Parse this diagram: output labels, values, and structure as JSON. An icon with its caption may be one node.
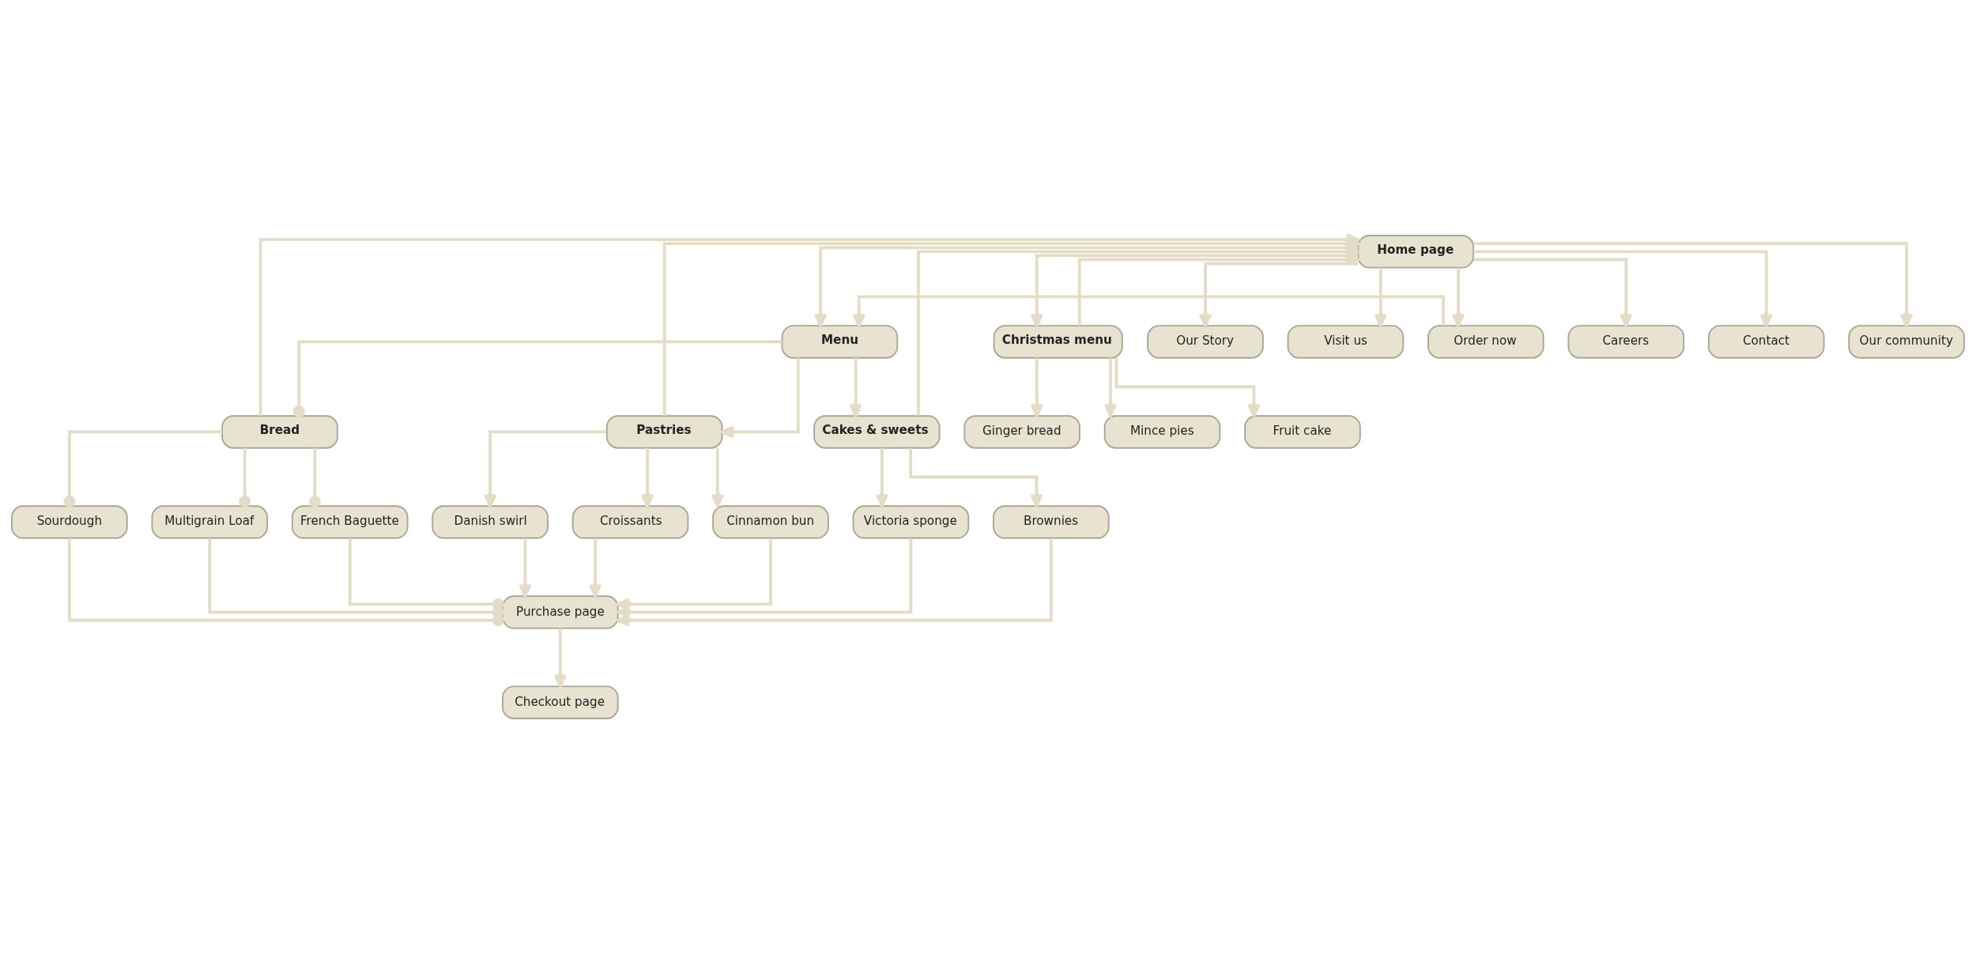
{
  "diagram": {
    "nodes": [
      {
        "text": [
          "Home page"
        ]
      },
      {
        "text": [
          "Menu"
        ]
      },
      {
        "text": [
          "Christmas menu"
        ]
      },
      {
        "text": [
          "Our Story"
        ]
      },
      {
        "text": [
          "Visit us"
        ]
      },
      {
        "text": [
          "Order now"
        ]
      },
      {
        "text": [
          "Careers"
        ]
      },
      {
        "text": [
          "Contact"
        ]
      },
      {
        "text": [
          "Our community"
        ]
      },
      {
        "text": [
          "Bread"
        ]
      },
      {
        "text": [
          "Pastries"
        ]
      },
      {
        "text": [
          "Cakes & sweets"
        ]
      },
      {
        "text": [
          "Ginger bread"
        ]
      },
      {
        "text": [
          "Mince pies"
        ]
      },
      {
        "text": [
          "Fruit cake"
        ]
      },
      {
        "text": [
          "Sourdough"
        ]
      },
      {
        "text": [
          "Multigrain Loaf"
        ]
      },
      {
        "text": [
          "French Baguette"
        ]
      },
      {
        "text": [
          "Danish swirl"
        ]
      },
      {
        "text": [
          "Croissants"
        ]
      },
      {
        "text": [
          "Cinnamon bun"
        ]
      },
      {
        "text": [
          "Victoria sponge"
        ]
      },
      {
        "text": [
          "Brownies"
        ]
      },
      {
        "text": [
          "Purchase page"
        ]
      },
      {
        "text": [
          "Checkout page"
        ]
      }
    ],
    "edges": [
      {
        "from": 0,
        "to": 1,
        "arrow": "to"
      },
      {
        "from": 0,
        "to": 2,
        "arrow": "to"
      },
      {
        "from": 0,
        "to": 3,
        "arrow": "to"
      },
      {
        "from": 0,
        "to": 4,
        "arrow": "to"
      },
      {
        "from": 0,
        "to": 5,
        "arrow": "to"
      },
      {
        "from": 0,
        "to": 6,
        "arrow": "to"
      },
      {
        "from": 0,
        "to": 7,
        "arrow": "to"
      },
      {
        "from": 0,
        "to": 8,
        "arrow": "to"
      },
      {
        "from": 5,
        "to": 1,
        "arrow": "to"
      },
      {
        "from": 1,
        "to": 9,
        "arrow": "other"
      },
      {
        "from": 1,
        "to": 10,
        "arrow": "to"
      },
      {
        "from": 1,
        "to": 11,
        "arrow": "to"
      },
      {
        "from": 2,
        "to": 12,
        "arrow": "to"
      },
      {
        "from": 2,
        "to": 13,
        "arrow": "to"
      },
      {
        "from": 2,
        "to": 14,
        "arrow": "to"
      },
      {
        "from": 9,
        "to": 0,
        "arrow": "to"
      },
      {
        "from": 10,
        "to": 0,
        "arrow": "to"
      },
      {
        "from": 11,
        "to": 0,
        "arrow": "to"
      },
      {
        "from": 2,
        "to": 0,
        "arrow": "to"
      },
      {
        "from": 9,
        "to": 15,
        "arrow": "other"
      },
      {
        "from": 9,
        "to": 16,
        "arrow": "other"
      },
      {
        "from": 9,
        "to": 17,
        "arrow": "other"
      },
      {
        "from": 10,
        "to": 18,
        "arrow": "to"
      },
      {
        "from": 10,
        "to": 19,
        "arrow": "to"
      },
      {
        "from": 10,
        "to": 20,
        "arrow": "to"
      },
      {
        "from": 11,
        "to": 21,
        "arrow": "to"
      },
      {
        "from": 11,
        "to": 22,
        "arrow": "to"
      },
      {
        "from": 15,
        "to": 23,
        "arrow": "other"
      },
      {
        "from": 16,
        "to": 23,
        "arrow": "other"
      },
      {
        "from": 17,
        "to": 23,
        "arrow": "other"
      },
      {
        "from": 18,
        "to": 23,
        "arrow": "to"
      },
      {
        "from": 19,
        "to": 23,
        "arrow": "to"
      },
      {
        "from": 20,
        "to": 23,
        "arrow": "to"
      },
      {
        "from": 21,
        "to": 23,
        "arrow": "to"
      },
      {
        "from": 22,
        "to": 23,
        "arrow": "to"
      },
      {
        "from": 23,
        "to": 24,
        "arrow": "to"
      }
    ]
  }
}
